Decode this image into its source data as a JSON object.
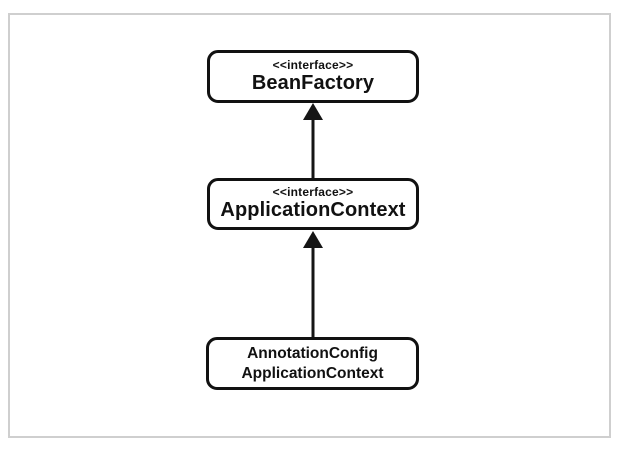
{
  "diagram": {
    "kind": "class-inheritance-diagram",
    "nodes": [
      {
        "id": "bean-factory",
        "stereotype": "<<interface>>",
        "name": "BeanFactory"
      },
      {
        "id": "application-context",
        "stereotype": "<<interface>>",
        "name": "ApplicationContext"
      },
      {
        "id": "annotation-config-application-context",
        "name_line1": "AnnotationConfig",
        "name_line2": "ApplicationContext"
      }
    ],
    "edges": [
      {
        "from": "application-context",
        "to": "bean-factory",
        "style": "solid-line-filled-arrowhead-up"
      },
      {
        "from": "annotation-config-application-context",
        "to": "application-context",
        "style": "solid-line-filled-arrowhead-up"
      }
    ],
    "colors": {
      "background": "#ffffff",
      "frame_border": "#cfcfcf",
      "box_border": "#111111",
      "box_fill": "#ffffff",
      "text": "#111111",
      "arrow": "#151515"
    }
  }
}
